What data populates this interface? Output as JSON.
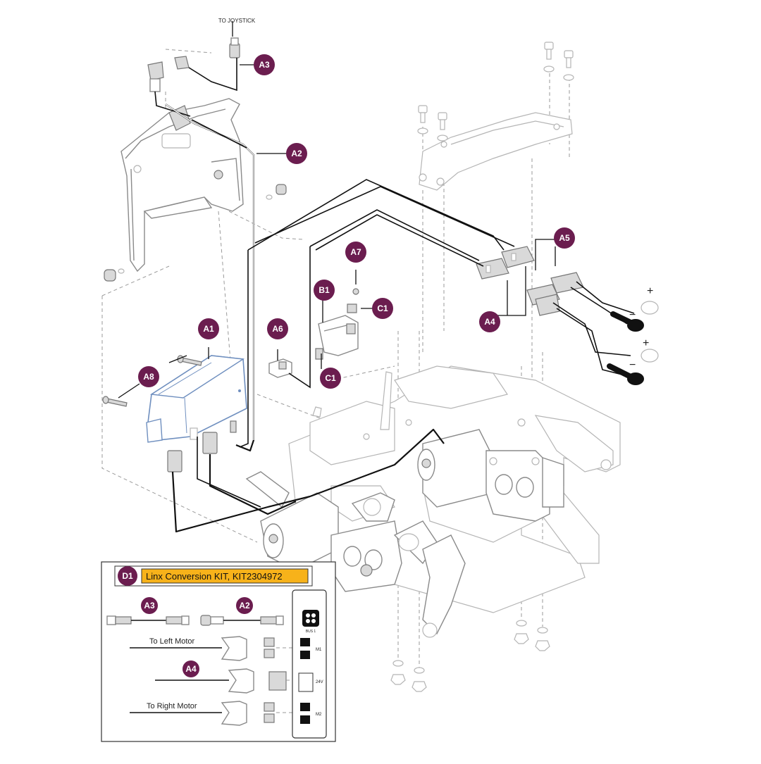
{
  "notes": {
    "to_joystick": "TO JOYSTICK",
    "plus": "+",
    "minus": "−"
  },
  "callouts": {
    "a1": "A1",
    "a2": "A2",
    "a3": "A3",
    "a4": "A4",
    "a5": "A5",
    "a6": "A6",
    "a7": "A7",
    "a8": "A8",
    "b1": "B1",
    "c1_top": "C1",
    "c1_bottom": "C1"
  },
  "kit": {
    "badge": "D1",
    "title": "Linx Conversion KIT, KIT2304972",
    "items": {
      "a3": "A3",
      "a2": "A2",
      "a4": "A4",
      "left_motor": "To Left Motor",
      "right_motor": "To Right Motor"
    },
    "panel": {
      "bus1": "BUS 1",
      "m1": "M1",
      "m2": "M2",
      "batt": "24V"
    }
  },
  "colors": {
    "callout": "#6b1d4f",
    "kit_title_bg": "#f7b21a",
    "wire": "#111111",
    "controller": "#6f8fbf"
  }
}
